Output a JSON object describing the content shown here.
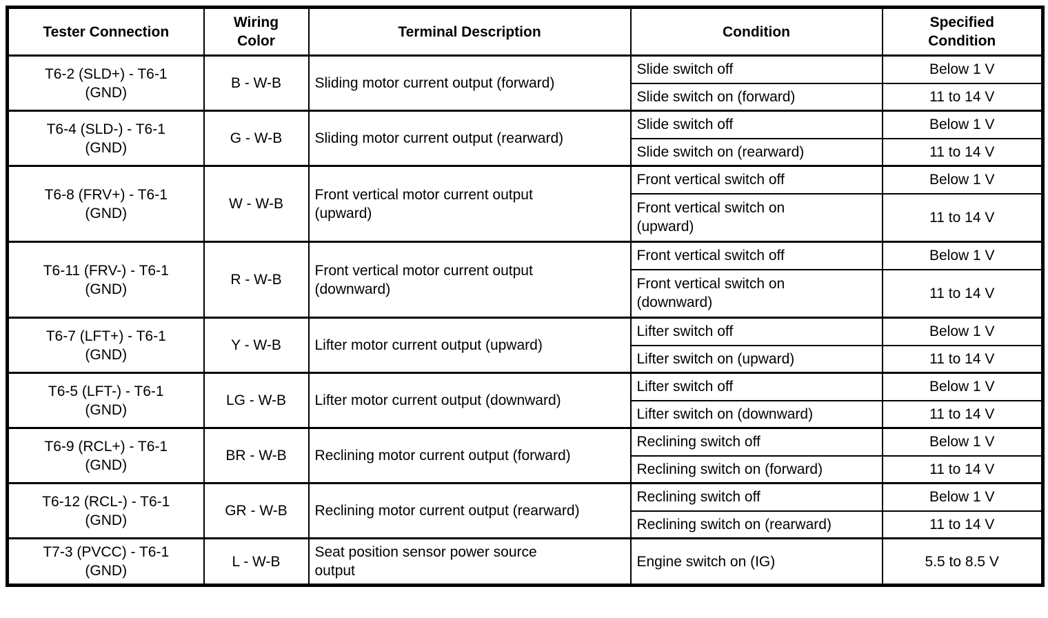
{
  "colors": {
    "background": "#ffffff",
    "border": "#000000",
    "text": "#000000"
  },
  "table": {
    "headers": {
      "tester": "Tester Connection",
      "wiring": "Wiring\nColor",
      "description": "Terminal Description",
      "condition": "Condition",
      "specified": "Specified\nCondition"
    },
    "rows": [
      {
        "tester": "T6-2 (SLD+) - T6-1\n(GND)",
        "wiring": "B - W-B",
        "description": "Sliding motor current output (forward)",
        "conditions": [
          {
            "condition": "Slide switch off",
            "specified": "Below 1 V"
          },
          {
            "condition": "Slide switch on (forward)",
            "specified": "11 to 14 V"
          }
        ]
      },
      {
        "tester": "T6-4 (SLD-) - T6-1\n(GND)",
        "wiring": "G - W-B",
        "description": "Sliding motor current output (rearward)",
        "conditions": [
          {
            "condition": "Slide switch off",
            "specified": "Below 1 V"
          },
          {
            "condition": "Slide switch on (rearward)",
            "specified": "11 to 14 V"
          }
        ]
      },
      {
        "tester": "T6-8 (FRV+) - T6-1\n(GND)",
        "wiring": "W - W-B",
        "description": "Front vertical motor current output\n(upward)",
        "conditions": [
          {
            "condition": "Front vertical switch off",
            "specified": "Below 1 V"
          },
          {
            "condition": "Front vertical switch on\n(upward)",
            "specified": "11 to 14 V"
          }
        ]
      },
      {
        "tester": "T6-11 (FRV-) - T6-1\n(GND)",
        "wiring": "R - W-B",
        "description": "Front vertical motor current output\n(downward)",
        "conditions": [
          {
            "condition": "Front vertical switch off",
            "specified": "Below 1 V"
          },
          {
            "condition": "Front vertical switch on\n(downward)",
            "specified": "11 to 14 V"
          }
        ]
      },
      {
        "tester": "T6-7 (LFT+) - T6-1\n(GND)",
        "wiring": "Y - W-B",
        "description": "Lifter motor current output (upward)",
        "conditions": [
          {
            "condition": "Lifter switch off",
            "specified": "Below 1 V"
          },
          {
            "condition": "Lifter switch on (upward)",
            "specified": "11 to 14 V"
          }
        ]
      },
      {
        "tester": "T6-5 (LFT-) - T6-1\n(GND)",
        "wiring": "LG - W-B",
        "description": "Lifter motor current output (downward)",
        "conditions": [
          {
            "condition": "Lifter switch off",
            "specified": "Below 1 V"
          },
          {
            "condition": "Lifter switch on (downward)",
            "specified": "11 to 14 V"
          }
        ]
      },
      {
        "tester": "T6-9 (RCL+) - T6-1\n(GND)",
        "wiring": "BR - W-B",
        "description": "Reclining motor current output (forward)",
        "conditions": [
          {
            "condition": "Reclining switch off",
            "specified": "Below 1 V"
          },
          {
            "condition": "Reclining switch on (forward)",
            "specified": "11 to 14 V"
          }
        ]
      },
      {
        "tester": "T6-12 (RCL-) - T6-1\n(GND)",
        "wiring": "GR - W-B",
        "description": "Reclining motor current output (rearward)",
        "conditions": [
          {
            "condition": "Reclining switch off",
            "specified": "Below 1 V"
          },
          {
            "condition": "Reclining switch on (rearward)",
            "specified": "11 to 14 V"
          }
        ]
      },
      {
        "tester": "T7-3 (PVCC) - T6-1\n(GND)",
        "wiring": "L - W-B",
        "description": "Seat position sensor power source\noutput",
        "conditions": [
          {
            "condition": "Engine switch on (IG)",
            "specified": "5.5 to 8.5 V"
          }
        ]
      }
    ]
  }
}
